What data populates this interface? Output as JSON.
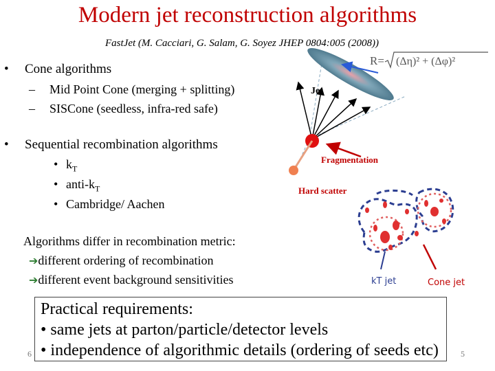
{
  "slide": {
    "title": "Modern jet reconstruction algorithms",
    "subtitle": "FastJet (M. Cacciari, G. Salam, G. Soyez  JHEP 0804:005 (2008))",
    "bullet_mark": "•",
    "dash_mark": "–",
    "bullets": [
      {
        "label": "Cone algorithms",
        "subs": [
          "Mid Point Cone (merging + splitting)",
          "SISCone (seedless, infra-red safe)"
        ]
      },
      {
        "label": "Sequential recombination algorithms",
        "items": [
          {
            "text": "k",
            "sub": "T",
            "prefix": ""
          },
          {
            "text": "k",
            "sub": "T",
            "prefix": "anti-"
          },
          {
            "text": "Cambridge/ Aachen",
            "sub": "",
            "prefix": ""
          }
        ]
      }
    ],
    "metric_paragraph": {
      "lead": "Algorithms differ in recombination metric:",
      "arrow_glyph": "➔",
      "points": [
        "different ordering of recombination",
        "different event background sensitivities"
      ]
    },
    "diagram": {
      "formula_lhs": "R=",
      "formula_rhs": "(Δη)² + (Δφ)²",
      "jet_label": "Jet",
      "fragmentation_label": "Fragmentation",
      "hard_scatter_label": "Hard scatter",
      "kt_jet_label": "kT jet",
      "cone_jet_label": "Cone jet"
    },
    "requirements": {
      "heading": "Practical requirements:",
      "items": [
        "same jets at parton/particle/detector levels",
        "independence of algorithmic details (ordering of seeds etc)"
      ]
    },
    "page_left": "6",
    "page_right": "5",
    "colors": {
      "title": "#c00000",
      "accent_red": "#c00000",
      "arrow": "#2e7d32",
      "kt_dashed": "#2c3e91"
    }
  }
}
